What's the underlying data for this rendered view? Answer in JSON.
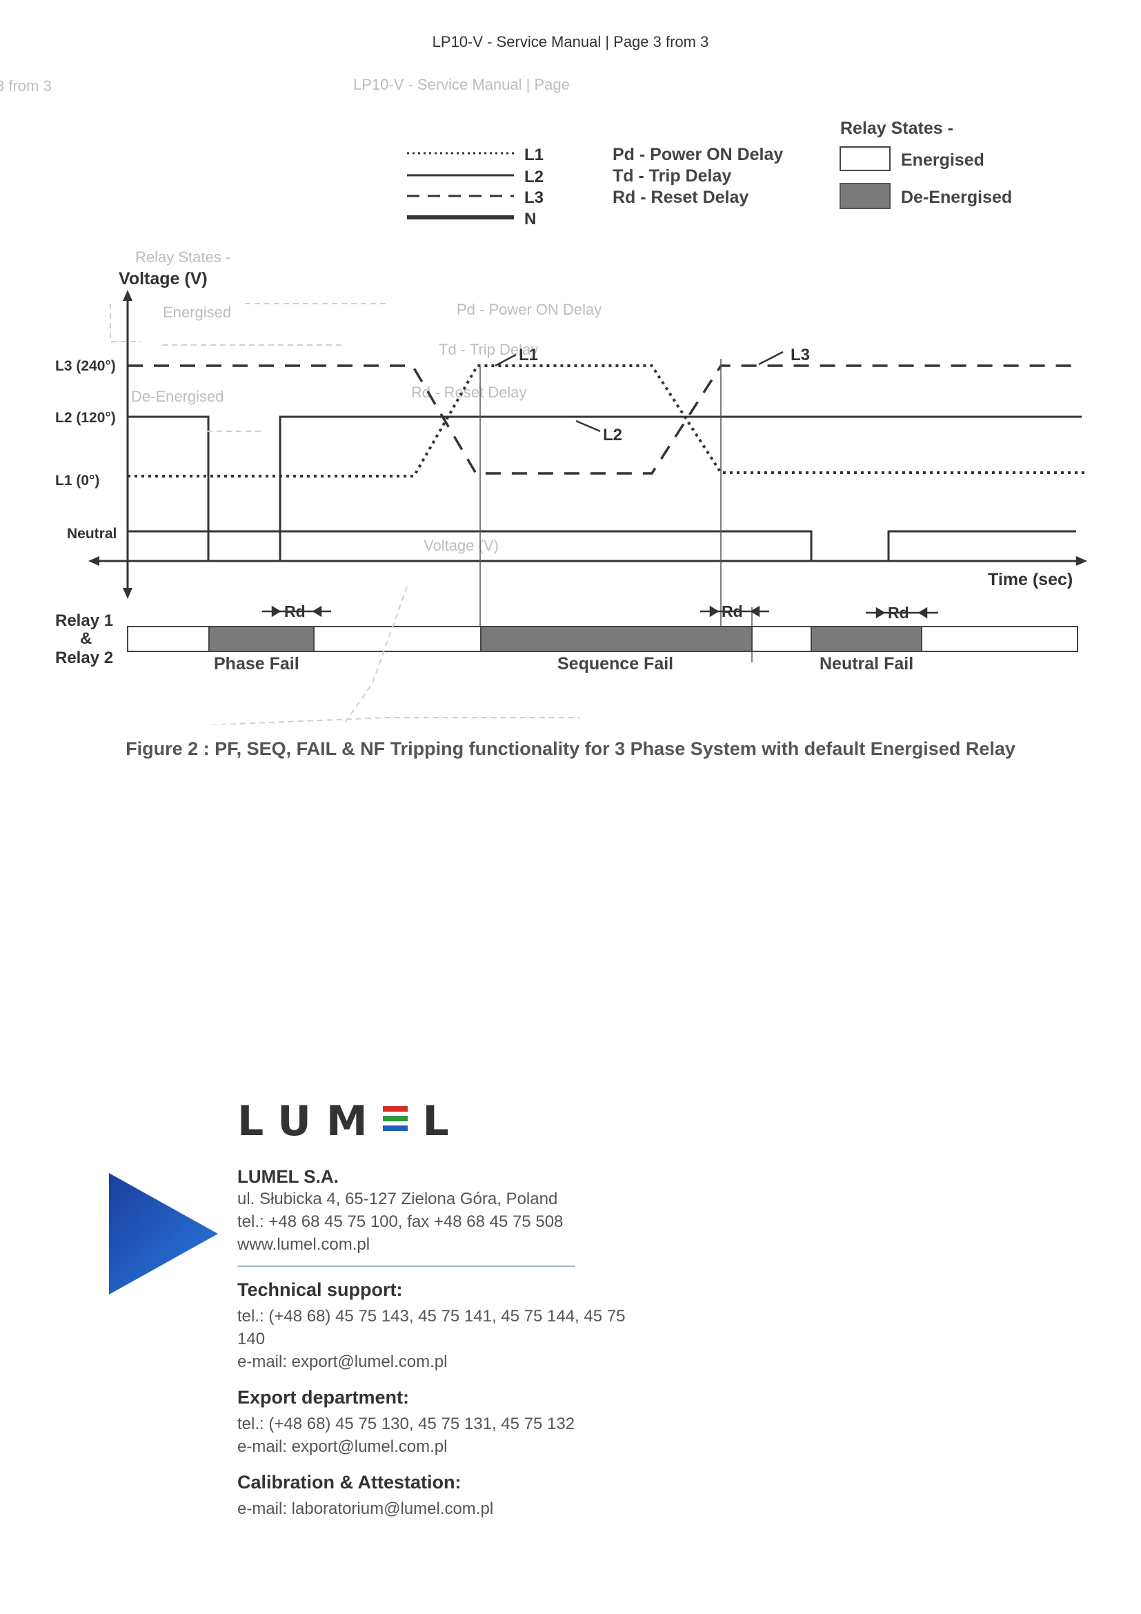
{
  "header": {
    "title": "LP10-V - Service Manual | Page 3 from 3"
  },
  "ghost_text": {
    "page_ref": "3 from 3",
    "manual_title": "LP10-V - Service Manual | Page",
    "relay_states": "Relay States -",
    "power_on_delay": "Pd - Power ON Delay",
    "trip_delay": "Td - Trip Delay",
    "reset_delay": "Rd - Reset Delay",
    "energised": "Energised",
    "de_energised": "De-Energised",
    "voltage": "Voltage (V)"
  },
  "legend": {
    "lines": [
      {
        "label": "L1",
        "style": "dotted"
      },
      {
        "label": "L2",
        "style": "solid"
      },
      {
        "label": "L3",
        "style": "dashed"
      },
      {
        "label": "N",
        "style": "thick"
      }
    ],
    "delays": [
      "Pd - Power ON Delay",
      "Td - Trip Delay",
      "Rd - Reset Delay"
    ],
    "relay_states_title": "Relay States -",
    "states": [
      {
        "label": "Energised",
        "fill": "#ffffff"
      },
      {
        "label": "De-Energised",
        "fill": "#7a7a7a"
      }
    ]
  },
  "diagram": {
    "y_axis_label": "Voltage (V)",
    "x_axis_label": "Time (sec)",
    "levels": [
      "L3 (240°)",
      "L2 (120°)",
      "L1 (0°)",
      "Neutral"
    ],
    "callouts": [
      "L1",
      "L2",
      "L3"
    ],
    "relay_label": [
      "Relay 1",
      "&",
      "Relay 2"
    ],
    "rd_label": "Rd",
    "segments": [
      "Phase Fail",
      "Sequence Fail",
      "Neutral Fail"
    ]
  },
  "caption": "Figure 2 : PF, SEQ, FAIL & NF Tripping functionality for 3 Phase System with default Energised Relay",
  "footer": {
    "logo_text": [
      "L",
      "U",
      "M",
      "L"
    ],
    "logo_colors": [
      "#d62d20",
      "#2a9a3a",
      "#1f5fbf"
    ],
    "arrow_color": "#1f4fb5",
    "company": "LUMEL S.A.",
    "address": "ul. Słubicka 4, 65-127 Zielona Góra, Poland",
    "phone_fax": "tel.: +48 68 45 75 100, fax +48 68 45 75 508",
    "website": "www.lumel.com.pl",
    "technical": {
      "title": "Technical support:",
      "tel": "tel.: (+48 68) 45 75 143, 45 75 141, 45 75 144, 45 75 140",
      "email": "e-mail: export@lumel.com.pl"
    },
    "export": {
      "title": "Export department:",
      "tel": "tel.: (+48 68) 45 75 130, 45 75 131, 45 75 132",
      "email": "e-mail: export@lumel.com.pl"
    },
    "calibration": {
      "title": "Calibration & Attestation:",
      "email": "e-mail: laboratorium@lumel.com.pl"
    }
  }
}
